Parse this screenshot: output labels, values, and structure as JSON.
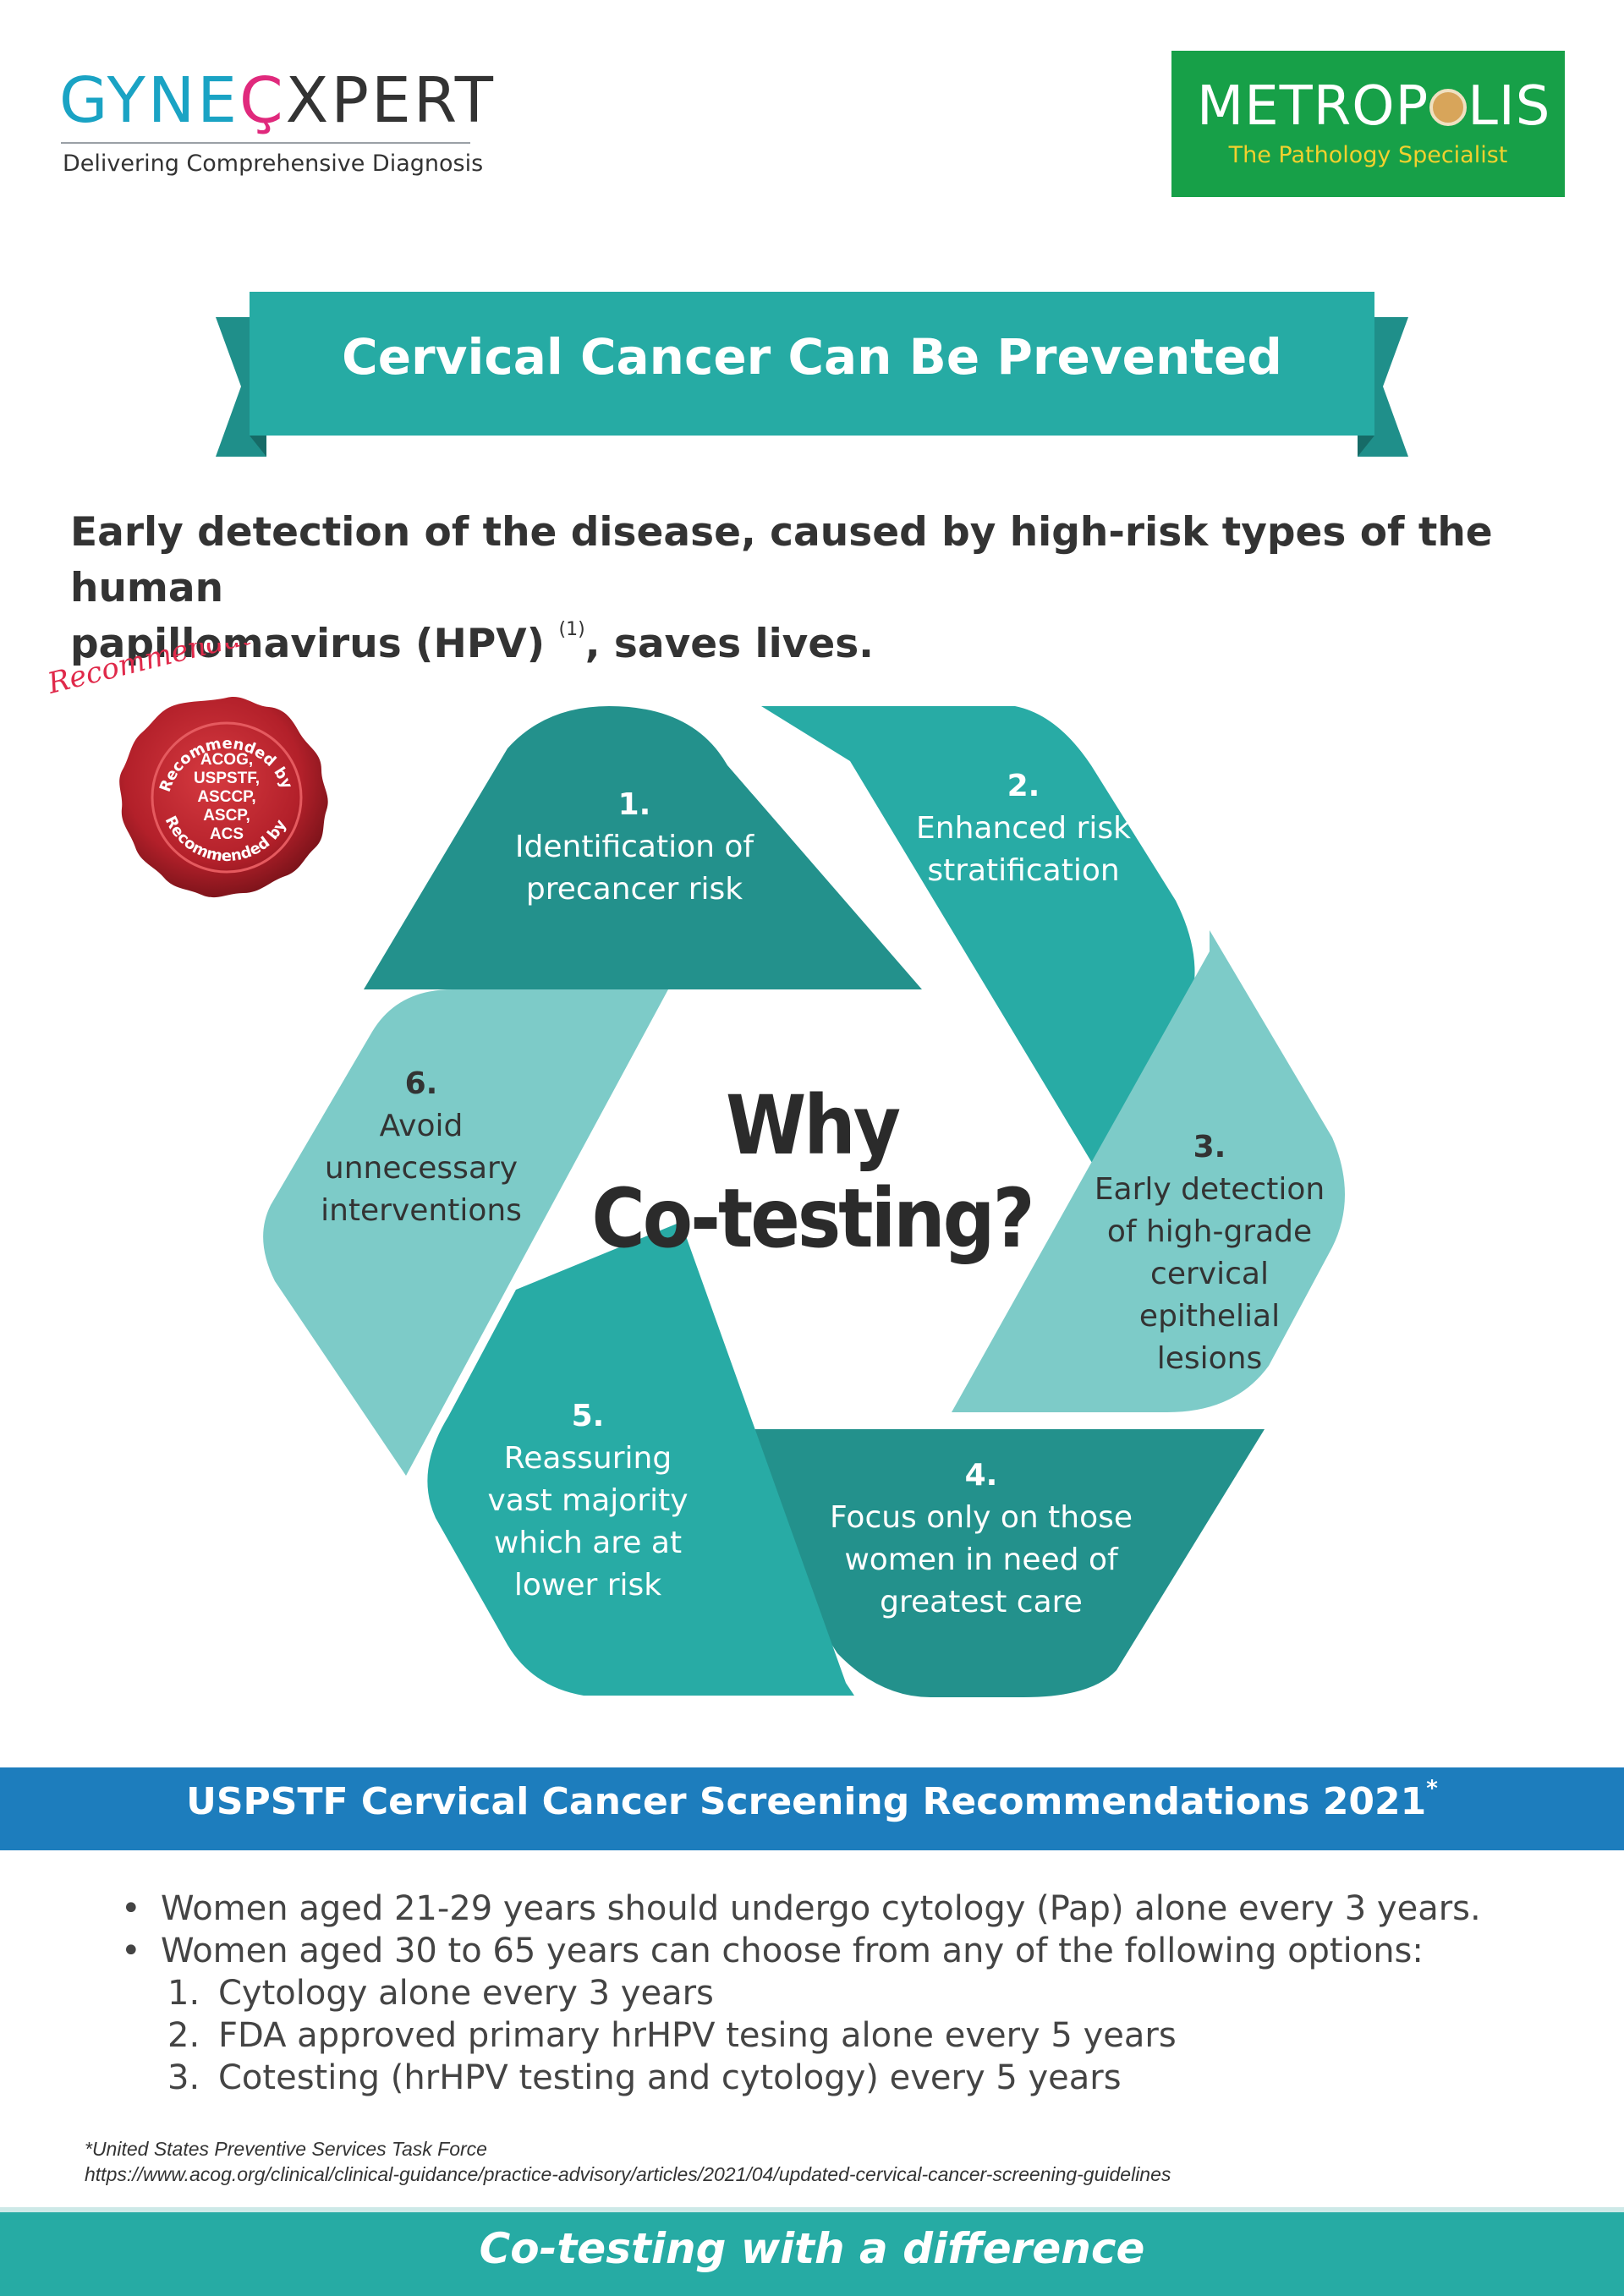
{
  "header": {
    "gynexpert": {
      "logo_part1": "GYNE",
      "logo_part2": "Ç",
      "logo_part3": "XPERT",
      "tagline": "Delivering Comprehensive Diagnosis"
    },
    "metropolis": {
      "name_part1": "METROP",
      "name_part2": "LIS",
      "tagline": "The Pathology Specialist"
    }
  },
  "banner": {
    "title": "Cervical Cancer Can Be Prevented"
  },
  "intro": {
    "line1": "Early detection of the disease, caused by high-risk types of the human",
    "line2a": "papillomavirus (HPV) ",
    "sup": "(1)",
    "line2b": ", saves lives."
  },
  "seal": {
    "ribbon_text": "Recommendations",
    "ring_text_top": "Recommended by",
    "ring_text_bottom": "Recommended by",
    "bodies": [
      "ACOG,",
      "USPSTF,",
      "ASCCP,",
      "ASCP,",
      "ACS"
    ]
  },
  "cycle": {
    "center_line1": "Why",
    "center_line2": "Co-testing?",
    "segments": [
      {
        "num": "1.",
        "lines": [
          "Identification of",
          "precancer risk"
        ],
        "color": "#23918c"
      },
      {
        "num": "2.",
        "lines": [
          "Enhanced risk",
          "stratification"
        ],
        "color": "#28aba5"
      },
      {
        "num": "3.",
        "lines": [
          "Early detection",
          "of high-grade",
          "cervical",
          "epithelial",
          "lesions"
        ],
        "color": "#7dcbc8"
      },
      {
        "num": "4.",
        "lines": [
          "Focus only on those",
          "women in need of",
          "greatest care"
        ],
        "color": "#23918c"
      },
      {
        "num": "5.",
        "lines": [
          "Reassuring",
          "vast majority",
          "which are at",
          "lower risk"
        ],
        "color": "#28aba5"
      },
      {
        "num": "6.",
        "lines": [
          "Avoid",
          "unnecessary",
          "interventions"
        ],
        "color": "#7dcbc8"
      }
    ]
  },
  "uspstf": {
    "title": "USPSTF Cervical Cancer Screening Recommendations 2021",
    "title_sup": "*",
    "bullets": [
      "Women aged 21-29 years should undergo cytology (Pap) alone every 3 years.",
      "Women aged 30 to 65 years can choose from any of the following options:"
    ],
    "options": [
      {
        "num": "1.",
        "text": "Cytology alone every 3 years"
      },
      {
        "num": "2.",
        "text": "FDA approved primary hrHPV tesing alone every 5 years"
      },
      {
        "num": "3.",
        "text": "Cotesting (hrHPV testing and cytology) every 5 years"
      }
    ],
    "bullet_char": "•"
  },
  "footnote": {
    "line1": "*United States Preventive Services Task Force",
    "line2": "https://www.acog.org/clinical/clinical-guidance/practice-advisory/articles/2021/04/updated-cervical-cancer-screening-guidelines"
  },
  "footer": {
    "tagline": "Co-testing with a difference"
  },
  "colors": {
    "teal_dark": "#23918c",
    "teal_mid": "#28aba5",
    "teal_light": "#7dcbc8",
    "ribbon": "#26aba4",
    "blue_bar": "#1d7dbd",
    "seal_red": "#b3202a",
    "brand_green": "#17a048"
  }
}
